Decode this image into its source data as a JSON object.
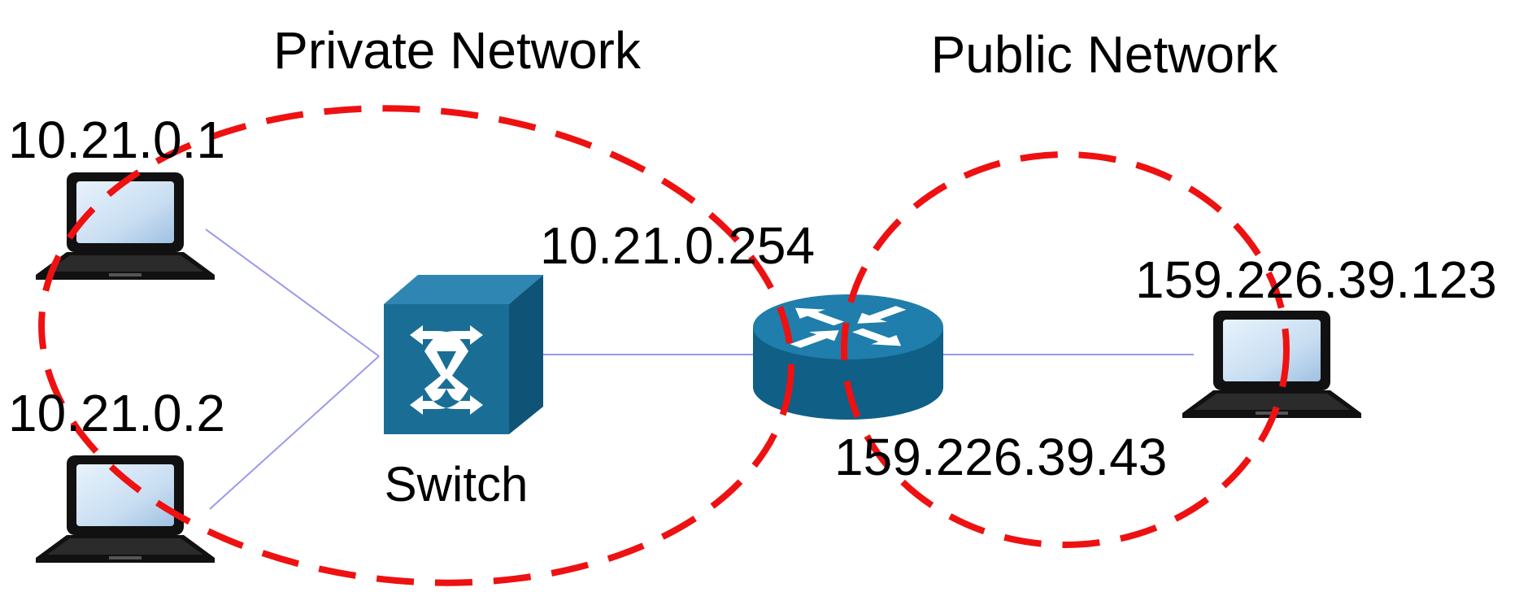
{
  "networks": {
    "private": {
      "title": "Private Network"
    },
    "public": {
      "title": "Public Network"
    }
  },
  "devices": {
    "laptop_1": {
      "ip": "10.21.0.1",
      "icon": "laptop-icon"
    },
    "laptop_2": {
      "ip": "10.21.0.2",
      "icon": "laptop-icon"
    },
    "switch": {
      "label": "Switch",
      "icon": "switch-icon"
    },
    "router": {
      "inner_ip": "10.21.0.254",
      "outer_ip": "159.226.39.43",
      "icon": "router-icon"
    },
    "public_host": {
      "ip": "159.226.39.123",
      "icon": "laptop-icon"
    }
  },
  "colors": {
    "boundary": "#ee1111",
    "link": "#9999ee",
    "device": "#1a6e96",
    "device_dark": "#0d4d6e",
    "screen": "#cfe3f5"
  }
}
